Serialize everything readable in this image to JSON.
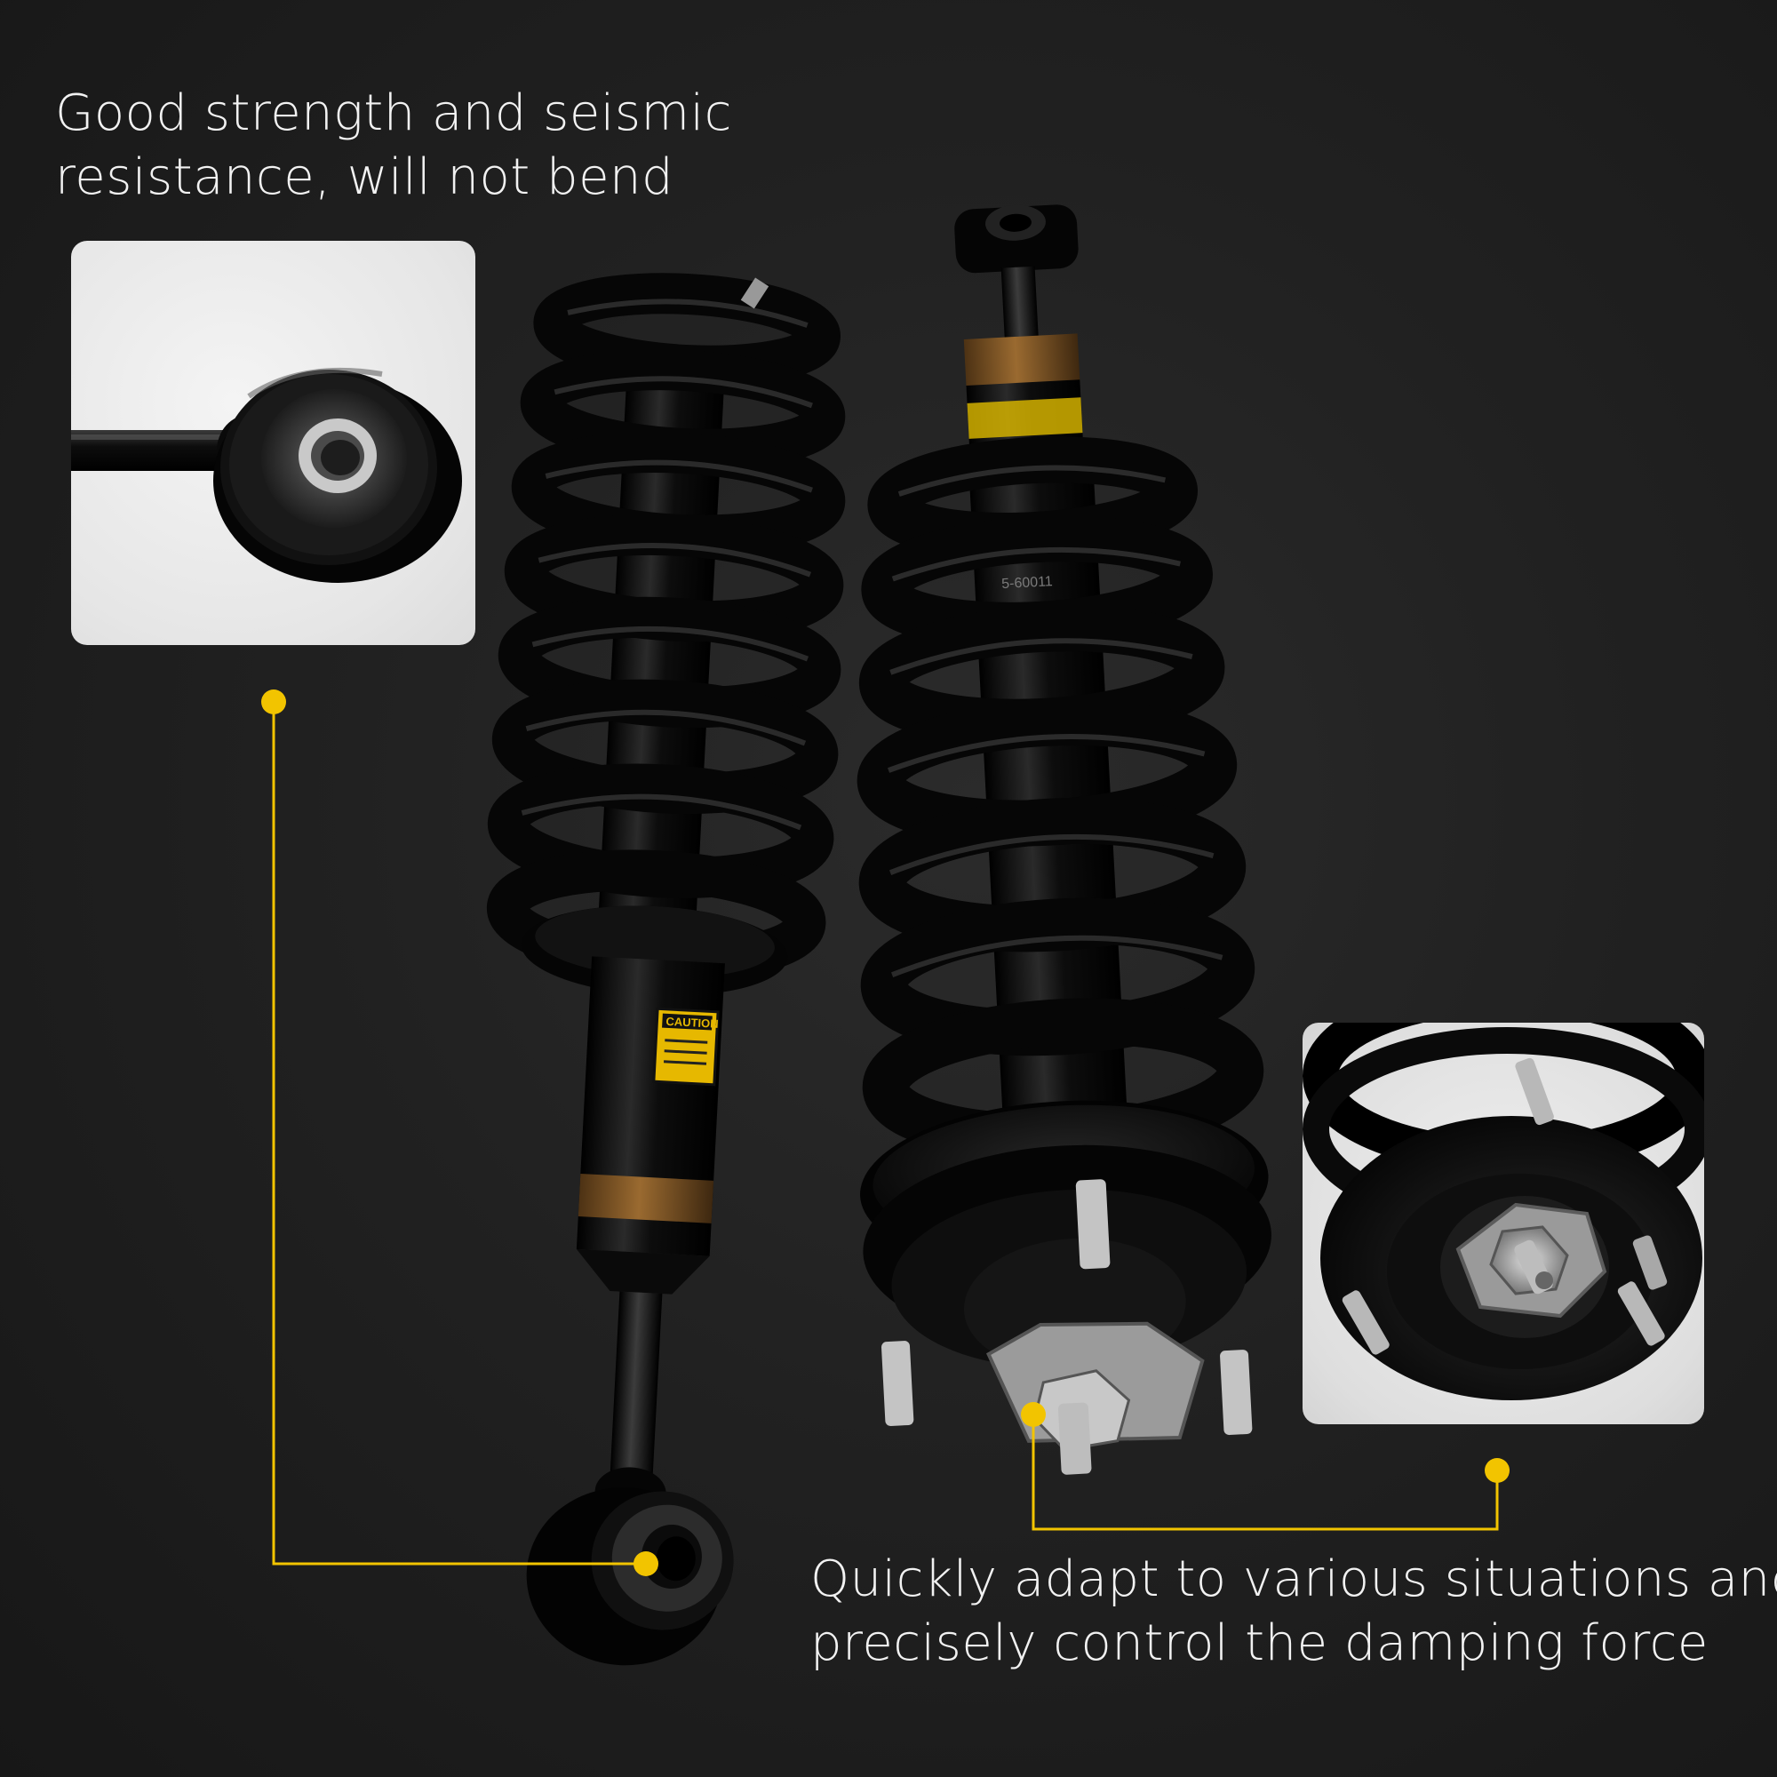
{
  "captions": {
    "top": {
      "line1": "Good strength and seismic",
      "line2": "resistance, will not bend"
    },
    "bottom": {
      "line1": "Quickly adapt to various situations and",
      "line2": "precisely control the damping force"
    }
  },
  "labels": {
    "caution_sticker": "CAUTION",
    "spring_marking": "5-60011"
  },
  "colors": {
    "background": "#1d1d1d",
    "accent_yellow": "#f2c400",
    "caption_text": "#f2f2f2",
    "strut_black": "#0b0b0b",
    "bronze_band": "#8a5a22"
  }
}
